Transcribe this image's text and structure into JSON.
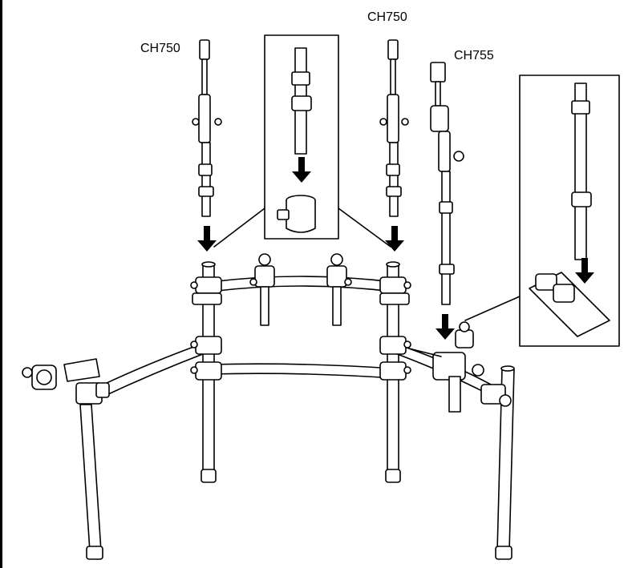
{
  "labels": {
    "hihat_clamp_left": "CH750",
    "hihat_clamp_right": "CH750",
    "cymbal_holder": "CH755"
  }
}
